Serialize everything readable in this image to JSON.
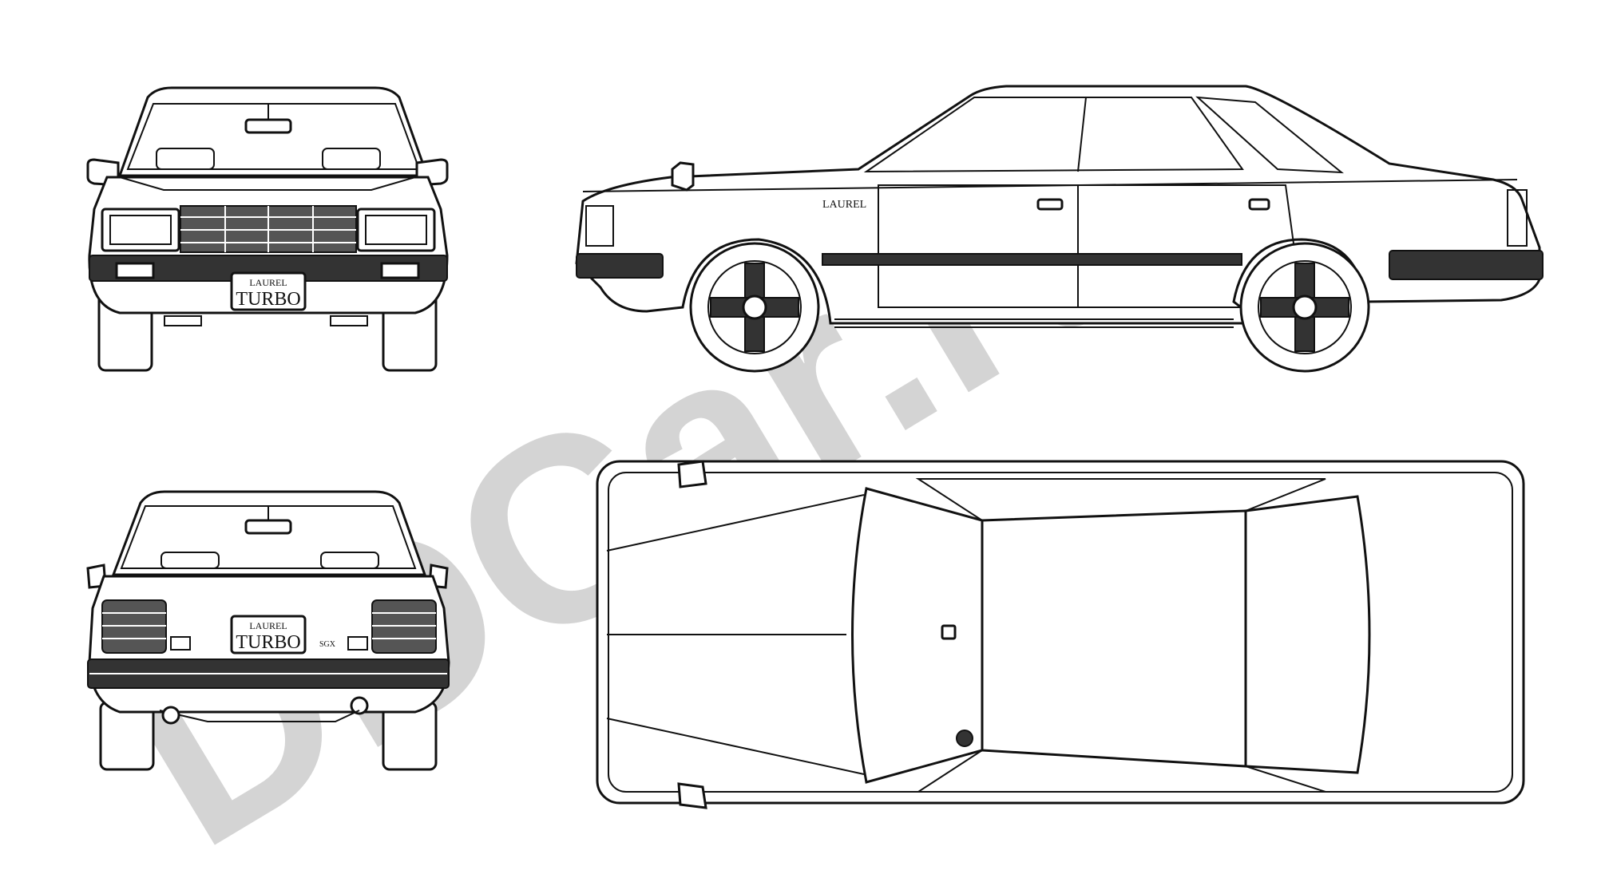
{
  "watermark": {
    "text": "DDCar.ru",
    "color": "#d4d4d4"
  },
  "views": {
    "front": {
      "plate_top": "LAUREL",
      "plate_bottom": "TURBO"
    },
    "rear": {
      "plate_top": "LAUREL",
      "plate_bottom": "TURBO",
      "trim_badge": "SGX"
    },
    "side": {
      "emblem": "LAUREL"
    },
    "top": {}
  },
  "colors": {
    "line": "#111111",
    "background": "#ffffff"
  }
}
